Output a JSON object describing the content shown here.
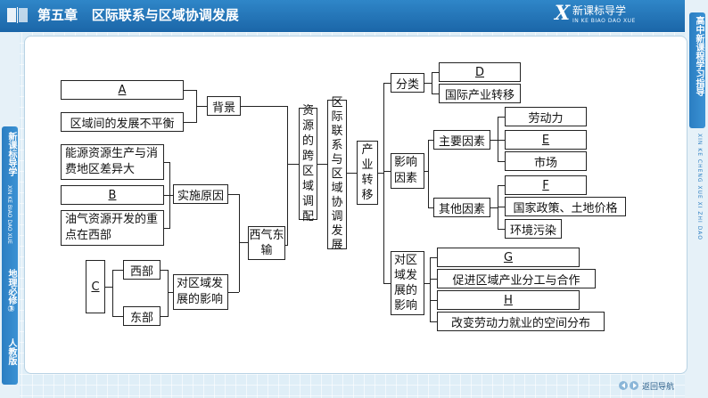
{
  "header": {
    "chapter": "第五章",
    "title": "区际联系与区域协调发展",
    "brand_x": "X",
    "brand_cn": "新课标导学",
    "brand_pinyin": "IN KE BIAO DAO XUE"
  },
  "left_tab": {
    "brand": "新课标导学",
    "pinyin": "XIN KE BIAO DAO XUE",
    "book": "地理必修③",
    "publisher": "人教版"
  },
  "right_tab": {
    "label": "高中新课程学习指导",
    "pinyin": "XIN KE CHENG XUE XI ZHI DAO"
  },
  "diagram": {
    "A": "A",
    "uneven": "区域间的发展不平衡",
    "background": "背景",
    "energy_gap": "能源资源生产与消费地区差异大",
    "B": "B",
    "gas_west": "油气资源开发的重点在西部",
    "implement_reason": "实施原因",
    "west_east": "西气东输",
    "resource_transfer": "资源的跨区域调配",
    "C": "C",
    "west": "西部",
    "east": "东部",
    "regional_impact": "对区域发展的影响",
    "regional_link": "区际联系与区域协调发展",
    "industry_transfer": "产业转移",
    "classify": "分类",
    "D": "D",
    "intl_transfer": "国际产业转移",
    "influence_factors": "影响因素",
    "main_factors": "主要因素",
    "labor": "劳动力",
    "E": "E",
    "market": "市场",
    "other_factors": "其他因素",
    "F": "F",
    "policy_land": "国家政策、土地价格",
    "pollution": "环境污染",
    "impact_on_dev": "对区域发展的影响",
    "G": "G",
    "promote_division": "促进区域产业分工与合作",
    "H": "H",
    "labor_change": "改变劳动力就业的空间分布"
  },
  "nav": {
    "back_label": "返回导航"
  }
}
